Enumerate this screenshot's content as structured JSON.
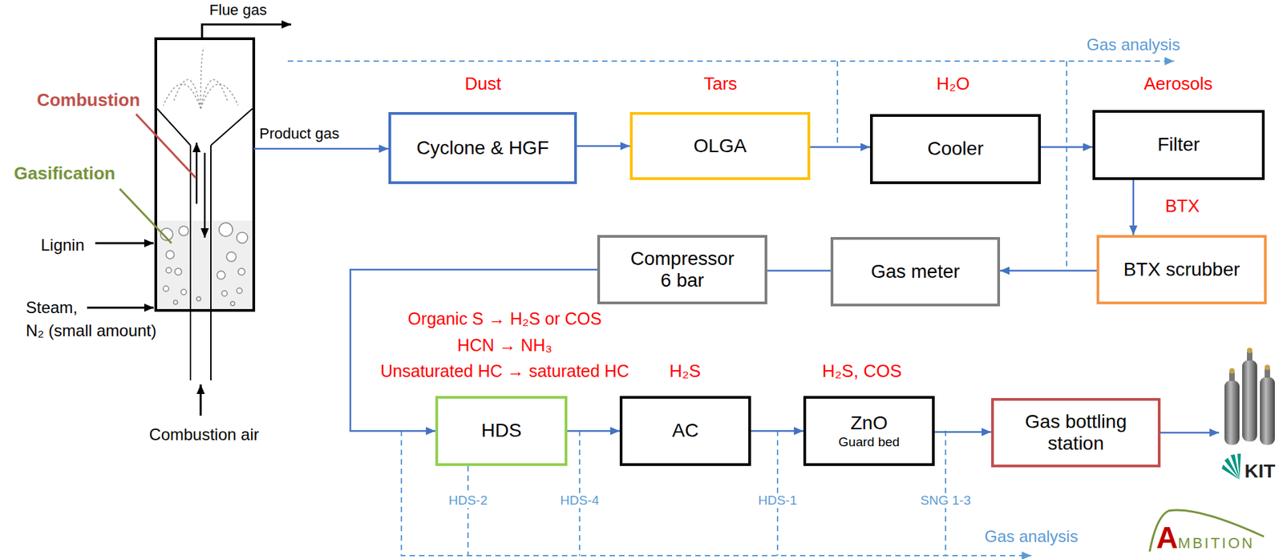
{
  "diagram": {
    "nodes": [
      {
        "text": [
          "Cyclone & HGF"
        ]
      },
      {
        "text": [
          "OLGA"
        ]
      },
      {
        "text": [
          "Cooler"
        ]
      },
      {
        "text": [
          "Filter"
        ]
      },
      {
        "text": [
          "BTX scrubber"
        ]
      },
      {
        "text": [
          "Gas meter"
        ]
      },
      {
        "text": [
          "Compressor 6 bar"
        ]
      },
      {
        "text": [
          "HDS"
        ]
      },
      {
        "text": [
          "AC"
        ]
      },
      {
        "text": [
          "ZnO",
          "Guard bed"
        ]
      },
      {
        "text": [
          "Gas bottling station"
        ]
      }
    ],
    "edges": [
      {
        "from": 0,
        "to": 1,
        "arrow": "to"
      },
      {
        "from": 1,
        "to": 2,
        "arrow": "to"
      },
      {
        "from": 2,
        "to": 3,
        "arrow": "to"
      },
      {
        "from": 3,
        "to": 4,
        "arrow": "to"
      },
      {
        "from": 4,
        "to": 5,
        "arrow": "to"
      },
      {
        "from": 5,
        "to": 6,
        "arrow": "none"
      },
      {
        "from": 6,
        "to": 7,
        "arrow": "to"
      },
      {
        "from": 7,
        "to": 8,
        "arrow": "to"
      },
      {
        "from": 8,
        "to": 9,
        "arrow": "to"
      },
      {
        "from": 9,
        "to": 10,
        "arrow": "to"
      }
    ],
    "labels": [
      "Flue gas",
      "Combustion",
      "Gasification",
      "Lignin",
      "Steam,",
      "N₂ (small amount)",
      "Combustion air",
      "Product gas",
      "Gas analysis",
      "Dust",
      "Tars",
      "H₂O",
      "Aerosols",
      "BTX",
      "Organic S → H₂S or COS",
      "HCN → NH₃",
      "Unsaturated HC → saturated HC",
      "H₂S",
      "H₂S, COS",
      "HDS-2",
      "HDS-4",
      "HDS-1",
      "SNG 1-3",
      "Gas analysis",
      "KIT",
      "AMBITION"
    ]
  }
}
